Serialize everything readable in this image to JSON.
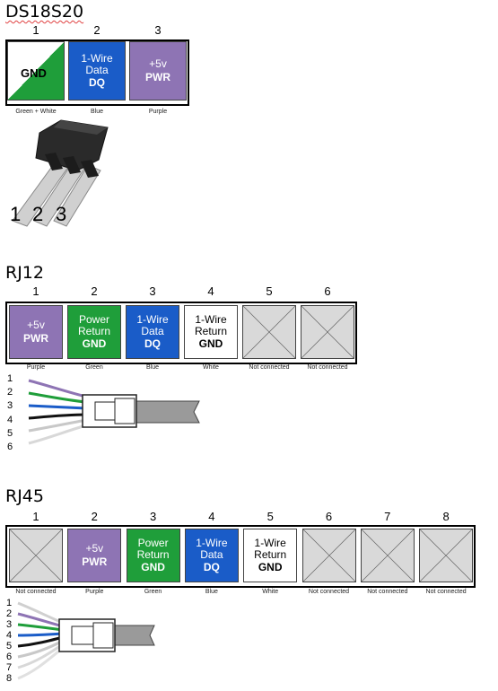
{
  "sections": {
    "ds18s20": {
      "title": "DS18S20",
      "pins": [
        {
          "number": "1",
          "lines": [],
          "bold": "GND",
          "color": "green-white",
          "wire": "Green + White"
        },
        {
          "number": "2",
          "lines": [
            "1-Wire",
            "Data"
          ],
          "bold": "DQ",
          "color": "#1a5cc8",
          "wire": "Blue"
        },
        {
          "number": "3",
          "lines": [
            "+5v"
          ],
          "bold": "PWR",
          "color": "#8e74b4",
          "wire": "Purple"
        }
      ],
      "package_leg_labels": [
        "1",
        "2",
        "3"
      ]
    },
    "rj12": {
      "title": "RJ12",
      "pins": [
        {
          "number": "1",
          "lines": [
            "+5v"
          ],
          "bold": "PWR",
          "color": "#8e74b4",
          "wire": "Purple"
        },
        {
          "number": "2",
          "lines": [
            "Power",
            "Return"
          ],
          "bold": "GND",
          "color": "#1f9e3a",
          "wire": "Green"
        },
        {
          "number": "3",
          "lines": [
            "1-Wire",
            "Data"
          ],
          "bold": "DQ",
          "color": "#1a5cc8",
          "wire": "Blue"
        },
        {
          "number": "4",
          "lines": [
            "1-Wire",
            "Return"
          ],
          "bold": "GND",
          "color": "#ffffff",
          "wire": "White"
        },
        {
          "number": "5",
          "lines": [],
          "bold": "",
          "color": "nc",
          "wire": "Not connected"
        },
        {
          "number": "6",
          "lines": [],
          "bold": "",
          "color": "nc",
          "wire": "Not connected"
        }
      ],
      "cable_wire_numbers": [
        "1",
        "2",
        "3",
        "4",
        "5",
        "6"
      ]
    },
    "rj45": {
      "title": "RJ45",
      "pins": [
        {
          "number": "1",
          "lines": [],
          "bold": "",
          "color": "nc",
          "wire": "Not connected"
        },
        {
          "number": "2",
          "lines": [
            "+5v"
          ],
          "bold": "PWR",
          "color": "#8e74b4",
          "wire": "Purple"
        },
        {
          "number": "3",
          "lines": [
            "Power",
            "Return"
          ],
          "bold": "GND",
          "color": "#1f9e3a",
          "wire": "Green"
        },
        {
          "number": "4",
          "lines": [
            "1-Wire",
            "Data"
          ],
          "bold": "DQ",
          "color": "#1a5cc8",
          "wire": "Blue"
        },
        {
          "number": "5",
          "lines": [
            "1-Wire",
            "Return"
          ],
          "bold": "GND",
          "color": "#ffffff",
          "wire": "White"
        },
        {
          "number": "6",
          "lines": [],
          "bold": "",
          "color": "nc",
          "wire": "Not connected"
        },
        {
          "number": "7",
          "lines": [],
          "bold": "",
          "color": "nc",
          "wire": "Not connected"
        },
        {
          "number": "8",
          "lines": [],
          "bold": "",
          "color": "nc",
          "wire": "Not connected"
        }
      ],
      "cable_wire_numbers": [
        "1",
        "2",
        "3",
        "4",
        "5",
        "6",
        "7",
        "8"
      ]
    }
  },
  "colors": {
    "purple": "#8e74b4",
    "green": "#1f9e3a",
    "blue": "#1a5cc8",
    "white": "#ffffff",
    "not_connected": "#d9d9d9",
    "package_body": "#2a2a2a",
    "cable_jacket": "#9a9a9a"
  }
}
